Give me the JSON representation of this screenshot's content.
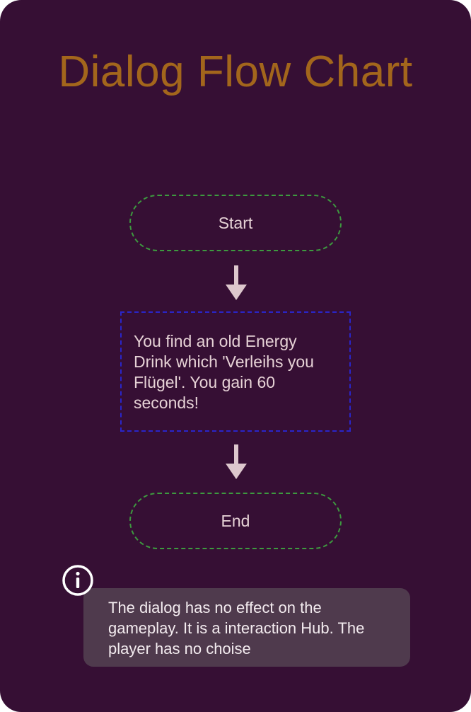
{
  "title": "Dialog Flow Chart",
  "nodes": {
    "start": "Start",
    "message": "You find an old Energy Drink which 'Verleihs you Flügel'. You gain 60 seconds!",
    "end": "End"
  },
  "note": {
    "icon": "info-icon",
    "text": "The dialog has no effect on the gameplay. It is a interaction Hub. The player has no choise"
  },
  "colors": {
    "background": "#360f34",
    "title": "#a3661c",
    "terminal_border": "#3d9a3f",
    "process_border": "#2a25c9",
    "arrow": "#ddc7cd",
    "note_background": "#4f3a4d"
  }
}
